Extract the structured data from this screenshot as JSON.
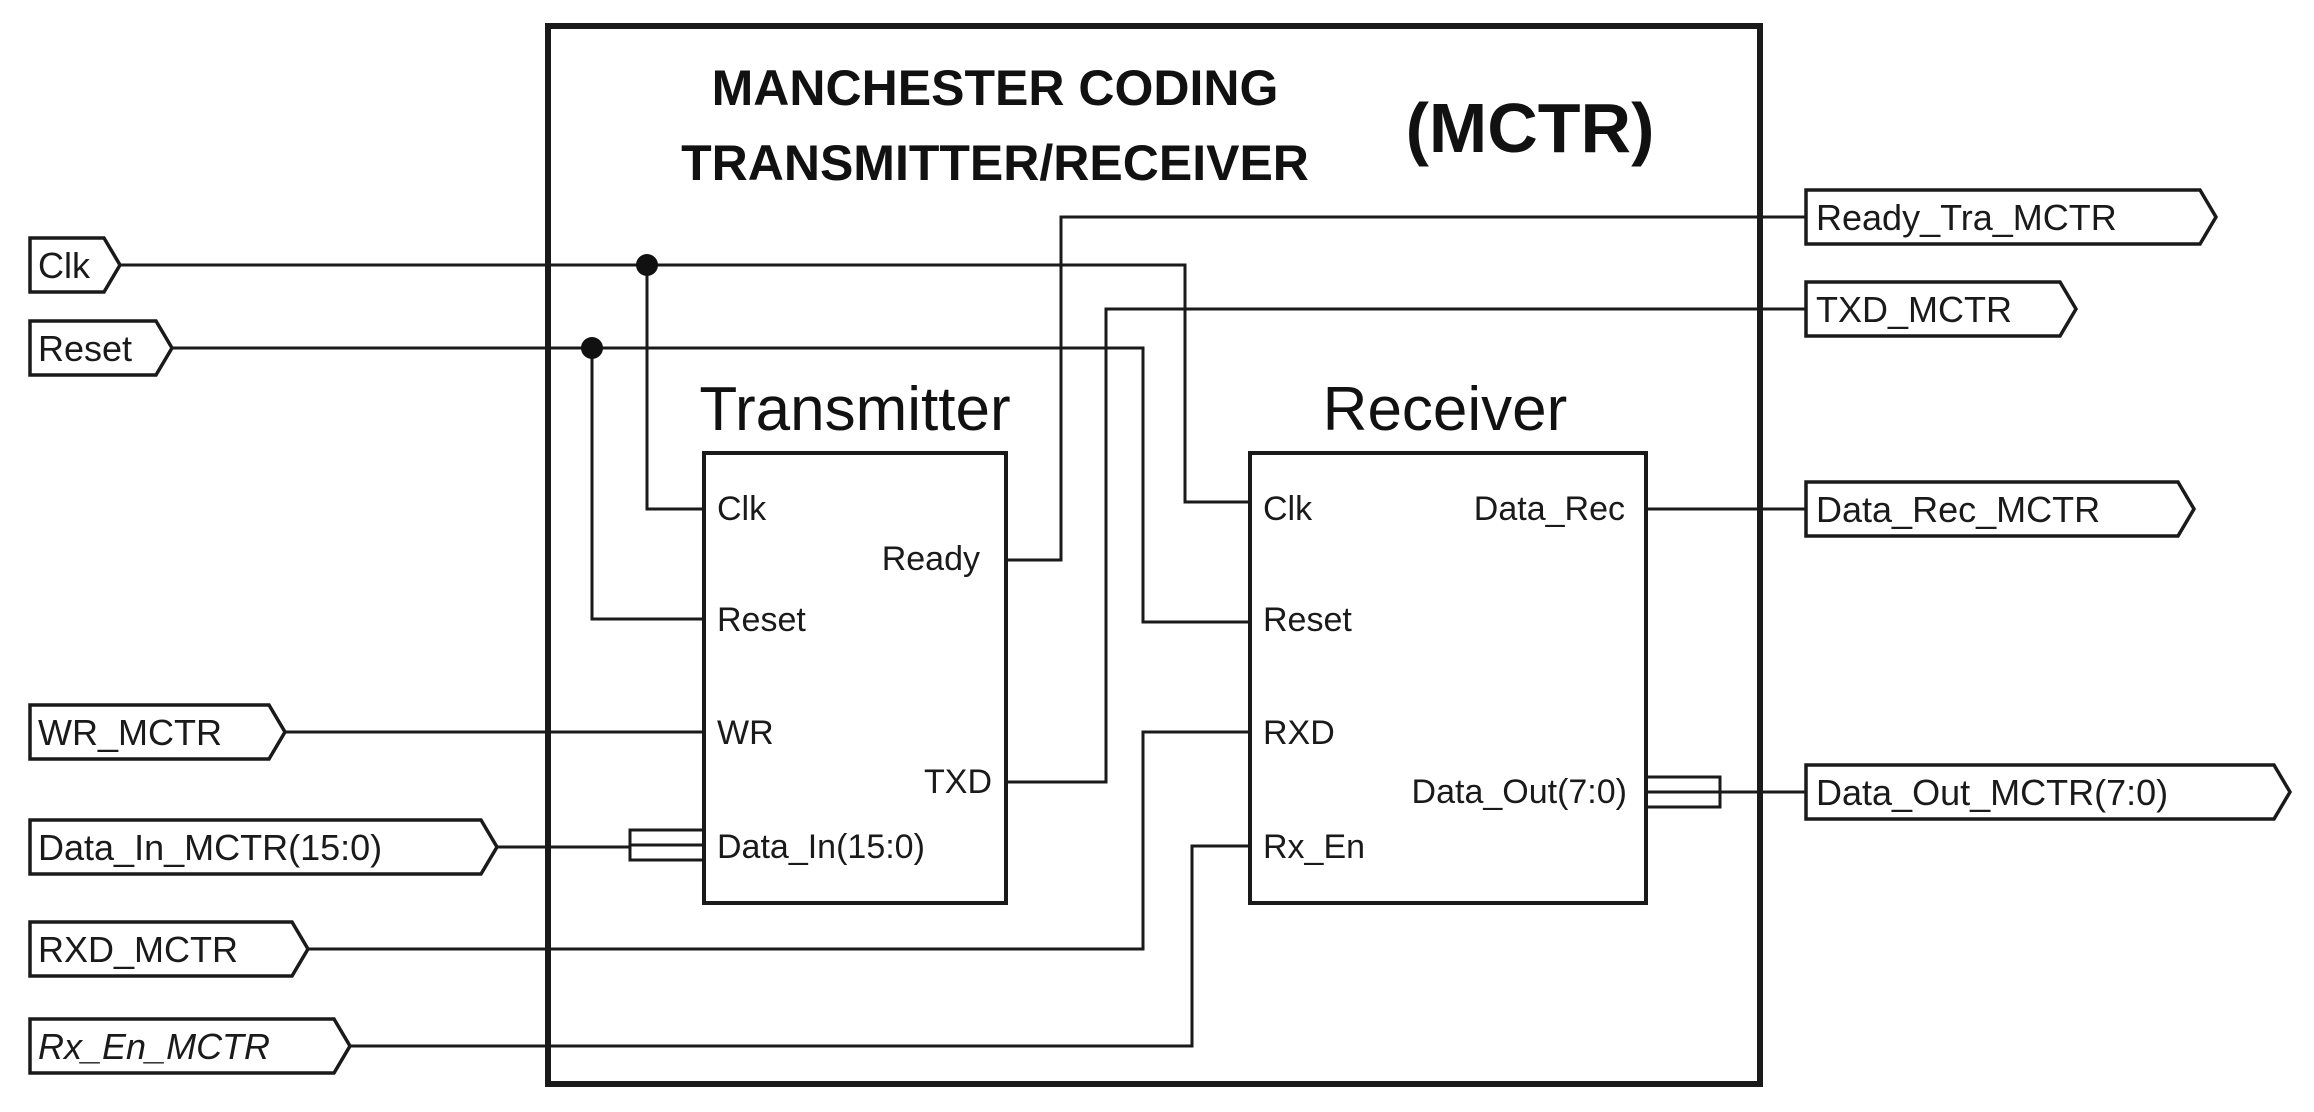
{
  "title": {
    "line1": "MANCHESTER CODING",
    "line2": "TRANSMITTER/RECEIVER",
    "abbr": "(MCTR)"
  },
  "blocks": {
    "transmitter": {
      "name": "Transmitter",
      "pins": {
        "clk": "Clk",
        "reset": "Reset",
        "wr": "WR",
        "data_in": "Data_In(15:0)",
        "ready": "Ready",
        "txd": "TXD"
      }
    },
    "receiver": {
      "name": "Receiver",
      "pins": {
        "clk": "Clk",
        "reset": "Reset",
        "rxd": "RXD",
        "rx_en": "Rx_En",
        "data_rec": "Data_Rec",
        "data_out": "Data_Out(7:0)"
      }
    }
  },
  "ports": {
    "inputs": [
      "Clk",
      "Reset",
      "WR_MCTR",
      "Data_In_MCTR(15:0)",
      "RXD_MCTR",
      "Rx_En_MCTR"
    ],
    "outputs": [
      "Ready_Tra_MCTR",
      "TXD_MCTR",
      "Data_Rec_MCTR",
      "Data_Out_MCTR(7:0)"
    ]
  }
}
